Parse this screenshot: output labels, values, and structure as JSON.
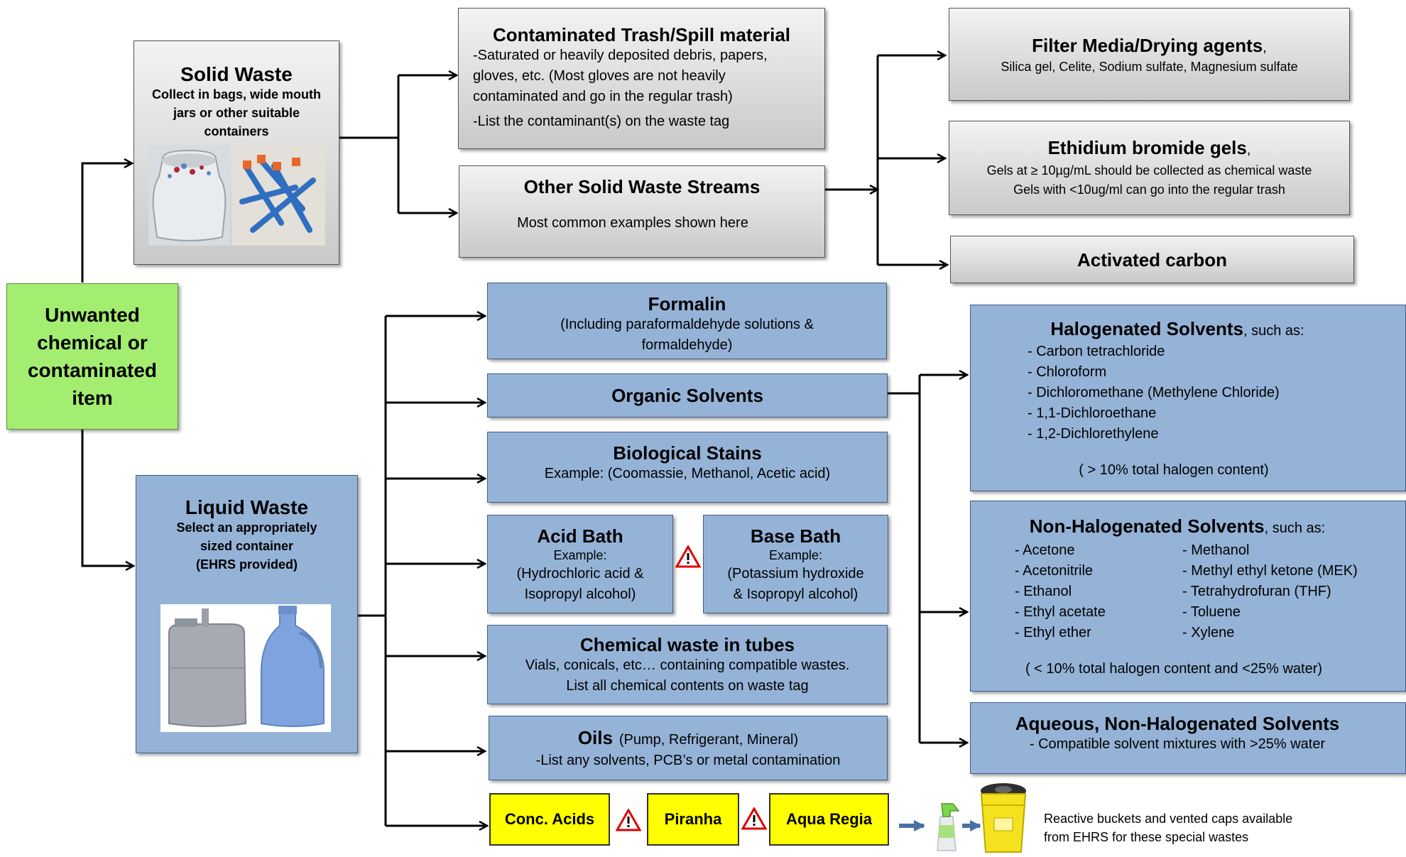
{
  "root": {
    "label": "Unwanted chemical or contaminated item"
  },
  "solid": {
    "title": "Solid Waste",
    "desc": [
      "Collect in bags, wide mouth",
      "jars or other suitable",
      "containers"
    ]
  },
  "trash": {
    "title": "Contaminated Trash/Spill material",
    "lines": [
      "-Saturated or heavily deposited debris, papers,",
      "gloves, etc. (Most gloves are not heavily",
      "contaminated and go in the regular trash)",
      "-List the contaminant(s) on the waste tag"
    ]
  },
  "other_solid": {
    "title": "Other Solid Waste Streams",
    "desc": "Most common examples shown here"
  },
  "filter": {
    "title": "Filter Media/Drying agents",
    "title_suffix": ",",
    "desc": "Silica gel, Celite, Sodium sulfate, Magnesium sulfate"
  },
  "ethidium": {
    "title": "Ethidium bromide gels",
    "title_suffix": ",",
    "line1": "Gels at ≥ 10µg/mL should be collected as chemical waste",
    "line2": "Gels with <10ug/ml can go into the regular trash"
  },
  "carbon": {
    "title": "Activated carbon"
  },
  "liquid": {
    "title": "Liquid Waste",
    "desc": [
      "Select an appropriately",
      "sized container",
      "(EHRS provided)"
    ]
  },
  "formalin": {
    "title": "Formalin",
    "lines": [
      "(Including paraformaldehyde solutions &",
      "formaldehyde)"
    ]
  },
  "organic": {
    "title": "Organic Solvents"
  },
  "bio": {
    "title": "Biological Stains",
    "desc": "Example: (Coomassie, Methanol, Acetic acid)"
  },
  "acid_bath": {
    "title": "Acid Bath",
    "lines": [
      "Example:",
      "(Hydrochloric acid &",
      "Isopropyl alcohol)"
    ]
  },
  "base_bath": {
    "title": "Base Bath",
    "lines": [
      "Example:",
      "(Potassium hydroxide",
      "& Isopropyl alcohol)"
    ]
  },
  "tubes": {
    "title": "Chemical waste in tubes",
    "lines": [
      "Vials, conicals, etc… containing compatible wastes.",
      "List all chemical contents on waste tag"
    ]
  },
  "oils": {
    "title": "Oils",
    "title_extra": "(Pump, Refrigerant, Mineral)",
    "desc": "-List any solvents, PCB’s or metal contamination"
  },
  "special": [
    "Conc. Acids",
    "Piranha",
    "Aqua Regia"
  ],
  "special_note": [
    "Reactive buckets and vented caps available",
    "from EHRS for these special wastes"
  ],
  "halogenated": {
    "title": "Halogenated Solvents",
    "title_suffix": ", such as:",
    "items": [
      "- Carbon tetrachloride",
      "- Chloroform",
      "- Dichloromethane (Methylene Chloride)",
      "- 1,1-Dichloroethane",
      "- 1,2-Dichlorethylene"
    ],
    "footer": "( > 10% total halogen content)"
  },
  "nonhalogenated": {
    "title": "Non-Halogenated Solvents",
    "title_suffix": ", such as:",
    "col1": [
      "- Acetone",
      "- Acetonitrile",
      "- Ethanol",
      "- Ethyl acetate",
      "- Ethyl ether"
    ],
    "col2": [
      "- Methanol",
      "- Methyl ethyl ketone (MEK)",
      "- Tetrahydrofuran (THF)",
      "- Toluene",
      "- Xylene"
    ],
    "footer": "( < 10% total halogen content and <25% water)"
  },
  "aqueous": {
    "title": "Aqueous, Non-Halogenated Solvents",
    "desc": "- Compatible solvent mixtures with >25% water"
  },
  "colors": {
    "gray": "#d9d9d9",
    "blue": "#95b3d7",
    "green": "#a3ed70",
    "yellow": "#ffff00",
    "warning": "#e00000",
    "arrow_blue": "#4a6fa5"
  },
  "icons": [
    "warning-triangle-icon",
    "jar-photo",
    "bag-photo",
    "carboy-photo",
    "jug-photo",
    "spray-bottle-photo",
    "bucket-photo"
  ]
}
